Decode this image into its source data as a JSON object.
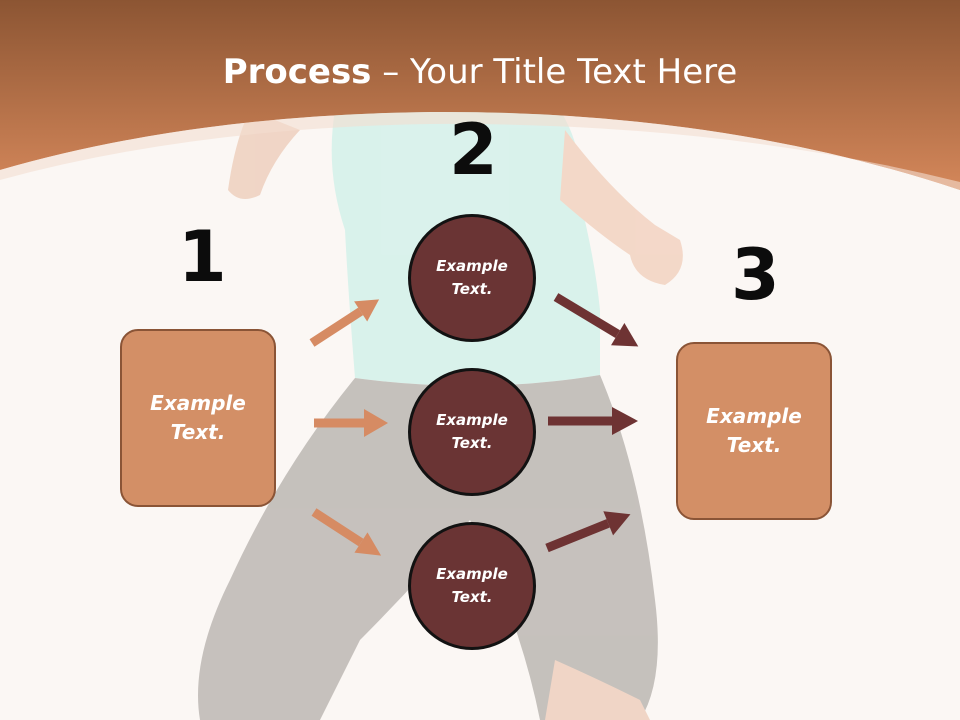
{
  "title": {
    "bold": "Process",
    "rest": " – Your Title Text Here"
  },
  "steps": [
    {
      "number": "1",
      "line1": "Example",
      "line2": "Text."
    },
    {
      "number": "2"
    },
    {
      "number": "3",
      "line1": "Example",
      "line2": "Text."
    }
  ],
  "circles": [
    {
      "line1": "Example",
      "line2": "Text."
    },
    {
      "line1": "Example",
      "line2": "Text."
    },
    {
      "line1": "Example",
      "line2": "Text."
    }
  ],
  "colors": {
    "header": "#c97e50",
    "box": "#d38f66",
    "circle": "#6a3434",
    "arrow_left": "#d68b63",
    "arrow_right": "#6e3333"
  }
}
